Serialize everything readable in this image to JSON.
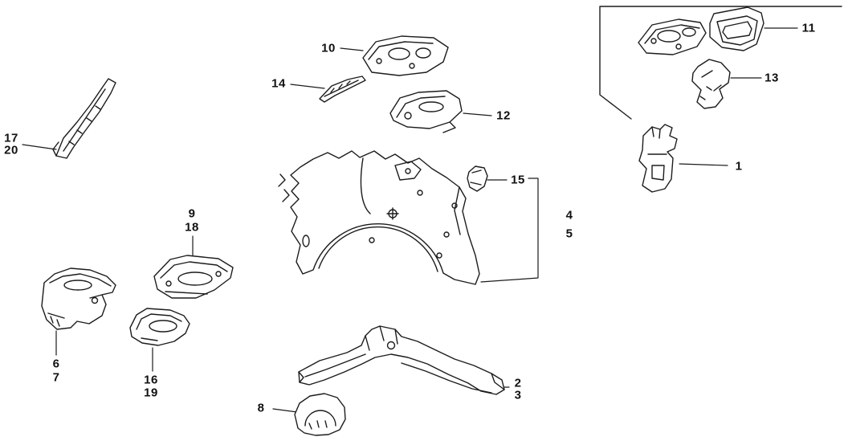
{
  "style": {
    "background": "#ffffff",
    "line_color": "#1c1c1c",
    "label_color": "#111111"
  },
  "diagram": {
    "type": "exploded-parts-line-drawing",
    "parts_depicted": [
      "bracket",
      "rear-side-rail",
      "wheelhouse-panel",
      "pillar-strip",
      "mount-plate",
      "gusset-plate",
      "small-clip",
      "arch-bracket",
      "inset-tray-plate",
      "inset-hole-plate",
      "inset-curved-bracket"
    ]
  },
  "callouts": {
    "c1": "1",
    "c2": "2",
    "c3": "3",
    "c4": "4",
    "c5": "5",
    "c6": "6",
    "c7": "7",
    "c8": "8",
    "c9": "9",
    "c10": "10",
    "c11": "11",
    "c12": "12",
    "c13": "13",
    "c14": "14",
    "c15": "15",
    "c16": "16",
    "c17": "17",
    "c18": "18",
    "c19": "19",
    "c20": "20"
  }
}
